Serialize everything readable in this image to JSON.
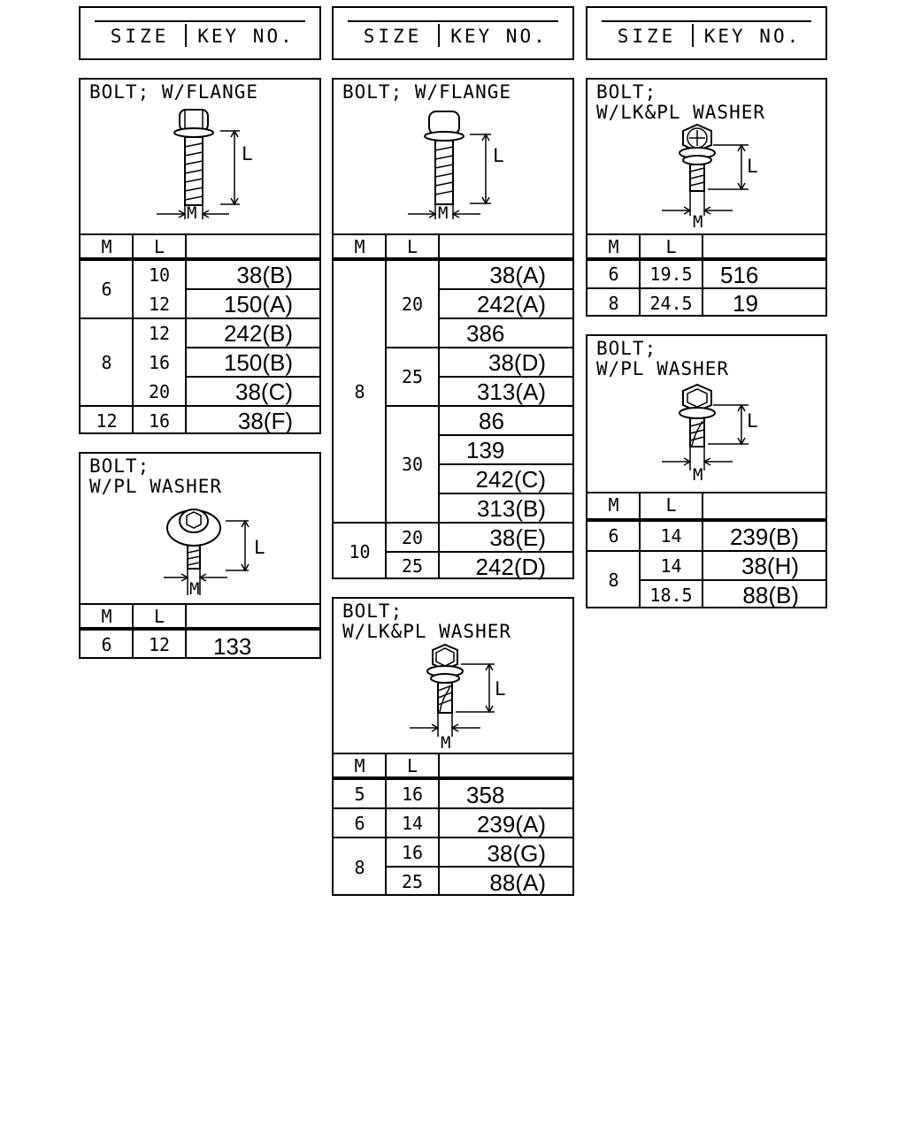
{
  "header": {
    "size_label": "SIZE",
    "key_label": "KEY NO."
  },
  "table_headers": {
    "m": "M",
    "l": "L"
  },
  "dim_labels": {
    "length": "L",
    "diameter": "M"
  },
  "panels": {
    "p1": {
      "title": "BOLT; W/FLANGE",
      "rows": [
        {
          "m": "6",
          "l": "10",
          "key": "38(B)"
        },
        {
          "m": "",
          "l": "12",
          "key": "150(A)"
        },
        {
          "m": "8",
          "l": "12",
          "key": "242(B)"
        },
        {
          "m": "",
          "l": "16",
          "key": "150(B)"
        },
        {
          "m": "",
          "l": "20",
          "key": "38(C)"
        },
        {
          "m": "12",
          "l": "16",
          "key": "38(F)"
        }
      ]
    },
    "p2": {
      "title_line1": "BOLT;",
      "title_line2": "W/PL WASHER",
      "rows": [
        {
          "m": "6",
          "l": "12",
          "key": "133"
        }
      ]
    },
    "p3": {
      "title": "BOLT; W/FLANGE",
      "m_groups": [
        "8",
        "10"
      ],
      "l_groups": [
        "20",
        "25",
        "30",
        "20",
        "25"
      ],
      "keys": [
        "38(A)",
        "242(A)",
        "386",
        "38(D)",
        "313(A)",
        "86",
        "139",
        "242(C)",
        "313(B)",
        "38(E)",
        "242(D)"
      ]
    },
    "p4": {
      "title_line1": "BOLT;",
      "title_line2": "W/LK&PL WASHER",
      "rows": [
        {
          "m": "5",
          "l": "16",
          "key": "358"
        },
        {
          "m": "6",
          "l": "14",
          "key": "239(A)"
        },
        {
          "m": "8",
          "l": "16",
          "key": "38(G)"
        },
        {
          "m": "",
          "l": "25",
          "key": "88(A)"
        }
      ]
    },
    "p5": {
      "title_line1": "BOLT;",
      "title_line2": "W/LK&PL WASHER",
      "rows": [
        {
          "m": "6",
          "l": "19.5",
          "key": "516"
        },
        {
          "m": "8",
          "l": "24.5",
          "key": "19"
        }
      ]
    },
    "p6": {
      "title_line1": "BOLT;",
      "title_line2": "W/PL WASHER",
      "rows": [
        {
          "m": "6",
          "l": "14",
          "key": "239(B)"
        },
        {
          "m": "8",
          "l": "14",
          "key": "38(H)"
        },
        {
          "m": "",
          "l": "18.5",
          "key": "88(B)"
        }
      ]
    }
  }
}
